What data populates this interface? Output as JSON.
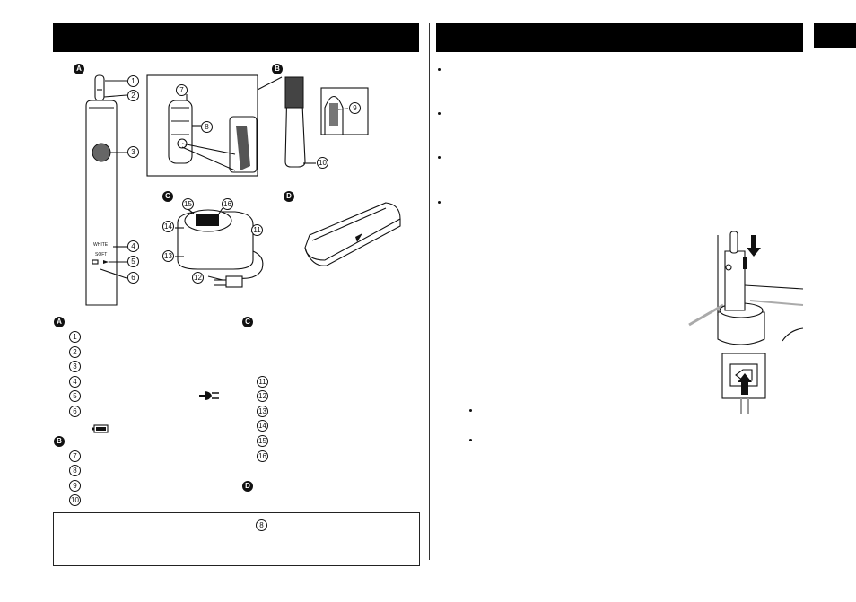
{
  "headers": {
    "left": "",
    "right": "",
    "tab": ""
  },
  "figure": {
    "panel_A": "A",
    "panel_B": "B",
    "panel_C": "C",
    "panel_D": "D",
    "callouts": [
      "1",
      "2",
      "3",
      "4",
      "5",
      "6",
      "7",
      "8",
      "9",
      "10",
      "11",
      "12",
      "13",
      "14",
      "15",
      "16"
    ],
    "handle_text_1": "WHITE",
    "handle_text_2": "SOFT"
  },
  "legend": {
    "section_A": "A",
    "section_B": "B",
    "section_C": "C",
    "section_D": "D",
    "items_A": [
      "1",
      "2",
      "3",
      "4",
      "5",
      "6"
    ],
    "items_B": [
      "7",
      "8",
      "9",
      "10"
    ],
    "items_C": [
      "11",
      "12",
      "13",
      "14",
      "15",
      "16"
    ]
  },
  "note": {
    "ref": "8"
  },
  "icons": {
    "battery": "battery-icon",
    "plug": "plug-icon"
  }
}
